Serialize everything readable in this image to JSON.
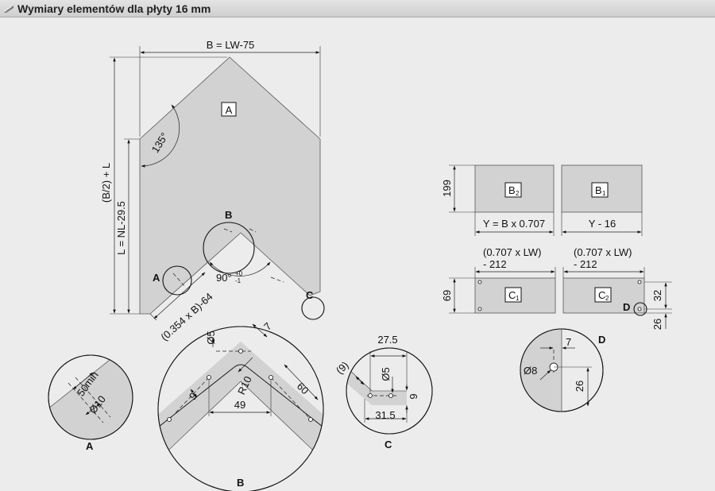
{
  "header": {
    "title": "Wymiary elementów dla płyty 16 mm"
  },
  "labels": {
    "panel_a": "A",
    "panel_b2": "B",
    "panel_b2_sub": "2",
    "panel_b1": "B",
    "panel_b1_sub": "1",
    "panel_c1": "C",
    "panel_c1_sub": "1",
    "panel_c2": "C",
    "panel_c2_sub": "2",
    "callout_a": "A",
    "callout_b": "B",
    "callout_c": "C",
    "callout_d": "D",
    "detail_a": "A",
    "detail_b": "B",
    "detail_c": "C",
    "detail_d": "D"
  },
  "dimensions": {
    "width_top": "B = LW-75",
    "height_total": "(B/2) + L",
    "height_side": "L = NL-29.5",
    "angle_135": "135°",
    "angle_90": "90°",
    "angle_tol_plus": "+0",
    "angle_tol_minus": "-1",
    "diag_64": "(0.354 x B)-64",
    "b_height": "199",
    "b2_width": "Y = B x 0.707",
    "b1_width": "Y - 16",
    "c1_width_l1": "(0.707 x LW)",
    "c1_width_l2": "- 212",
    "c2_width_l1": "(0.707 x LW)",
    "c2_width_l2": "- 212",
    "c_height": "69",
    "d_32": "32",
    "d_26": "26",
    "a_min": "min",
    "a_50": "50",
    "a_d10": "Ø10",
    "b_d5": "Ø5",
    "b_7": "7",
    "b_r10": "R10",
    "b_60": "60",
    "b_9": "9",
    "b_49": "49",
    "c_275": "27.5",
    "c_9a": "(9)",
    "c_d5": "Ø5",
    "c_9": "9",
    "c_315": "31.5",
    "dd_7": "7",
    "dd_d8": "Ø8",
    "dd_26": "26"
  }
}
